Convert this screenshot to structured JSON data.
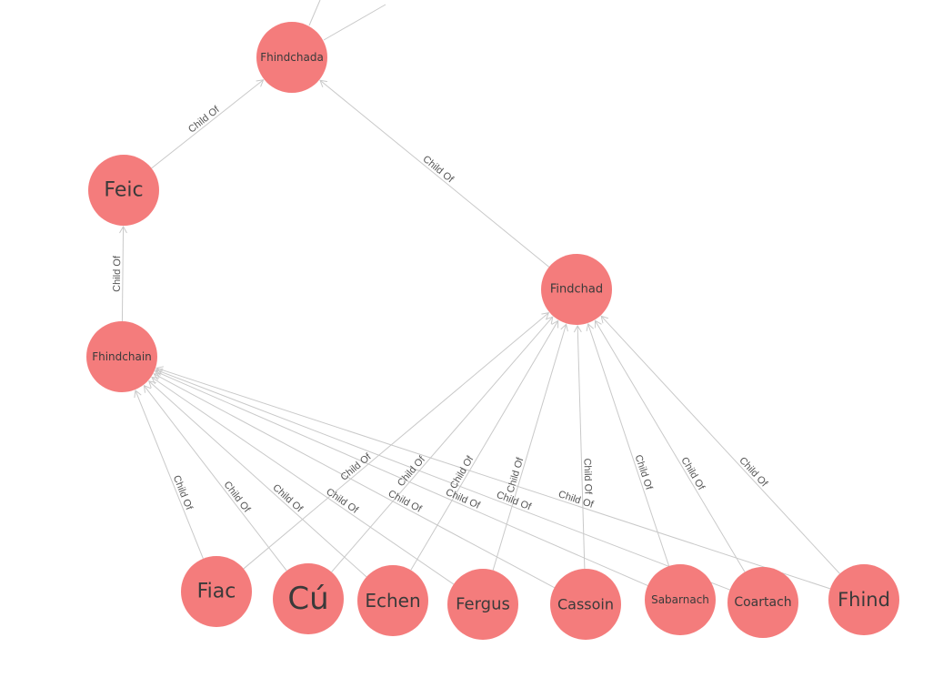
{
  "colors": {
    "node": "#f47c7c",
    "edge": "#c9c9c9",
    "label": "#3a3a3a"
  },
  "edge_label": "Child Of",
  "nodes": [
    {
      "id": "fhindchada",
      "label": "Fhindchada"
    },
    {
      "id": "feic",
      "label": "Feic"
    },
    {
      "id": "findchad",
      "label": "Findchad"
    },
    {
      "id": "fhindchain",
      "label": "Fhindchain"
    },
    {
      "id": "fiac",
      "label": "Fiac"
    },
    {
      "id": "cu",
      "label": "Cú"
    },
    {
      "id": "echen",
      "label": "Echen"
    },
    {
      "id": "fergus",
      "label": "Fergus"
    },
    {
      "id": "cassoin",
      "label": "Cassoin"
    },
    {
      "id": "sabarnach",
      "label": "Sabarnach"
    },
    {
      "id": "coartach",
      "label": "Coartach"
    },
    {
      "id": "fhind",
      "label": "Fhind"
    }
  ],
  "edges": [
    {
      "from": "feic",
      "to": "fhindchada",
      "label": "Child Of"
    },
    {
      "from": "findchad",
      "to": "fhindchada",
      "label": "Child Of"
    },
    {
      "from": "fhindchain",
      "to": "feic",
      "label": "Child Of"
    },
    {
      "from": "fiac",
      "to": "fhindchain",
      "label": "Child Of"
    },
    {
      "from": "cu",
      "to": "fhindchain",
      "label": "Child Of"
    },
    {
      "from": "echen",
      "to": "fhindchain",
      "label": "Child Of"
    },
    {
      "from": "fergus",
      "to": "fhindchain",
      "label": "Child Of"
    },
    {
      "from": "cassoin",
      "to": "fhindchain",
      "label": "Child Of"
    },
    {
      "from": "sabarnach",
      "to": "fhindchain",
      "label": "Child Of"
    },
    {
      "from": "coartach",
      "to": "fhindchain",
      "label": "Child Of"
    },
    {
      "from": "fhind",
      "to": "fhindchain",
      "label": "Child Of"
    },
    {
      "from": "fiac",
      "to": "findchad",
      "label": "Child Of"
    },
    {
      "from": "cu",
      "to": "findchad",
      "label": "Child Of"
    },
    {
      "from": "echen",
      "to": "findchad",
      "label": "Child Of"
    },
    {
      "from": "fergus",
      "to": "findchad",
      "label": "Child Of"
    },
    {
      "from": "cassoin",
      "to": "findchad",
      "label": "Child Of"
    },
    {
      "from": "sabarnach",
      "to": "findchad",
      "label": "Child Of"
    },
    {
      "from": "coartach",
      "to": "findchad",
      "label": "Child Of"
    },
    {
      "from": "fhind",
      "to": "findchad",
      "label": "Child Of"
    }
  ]
}
